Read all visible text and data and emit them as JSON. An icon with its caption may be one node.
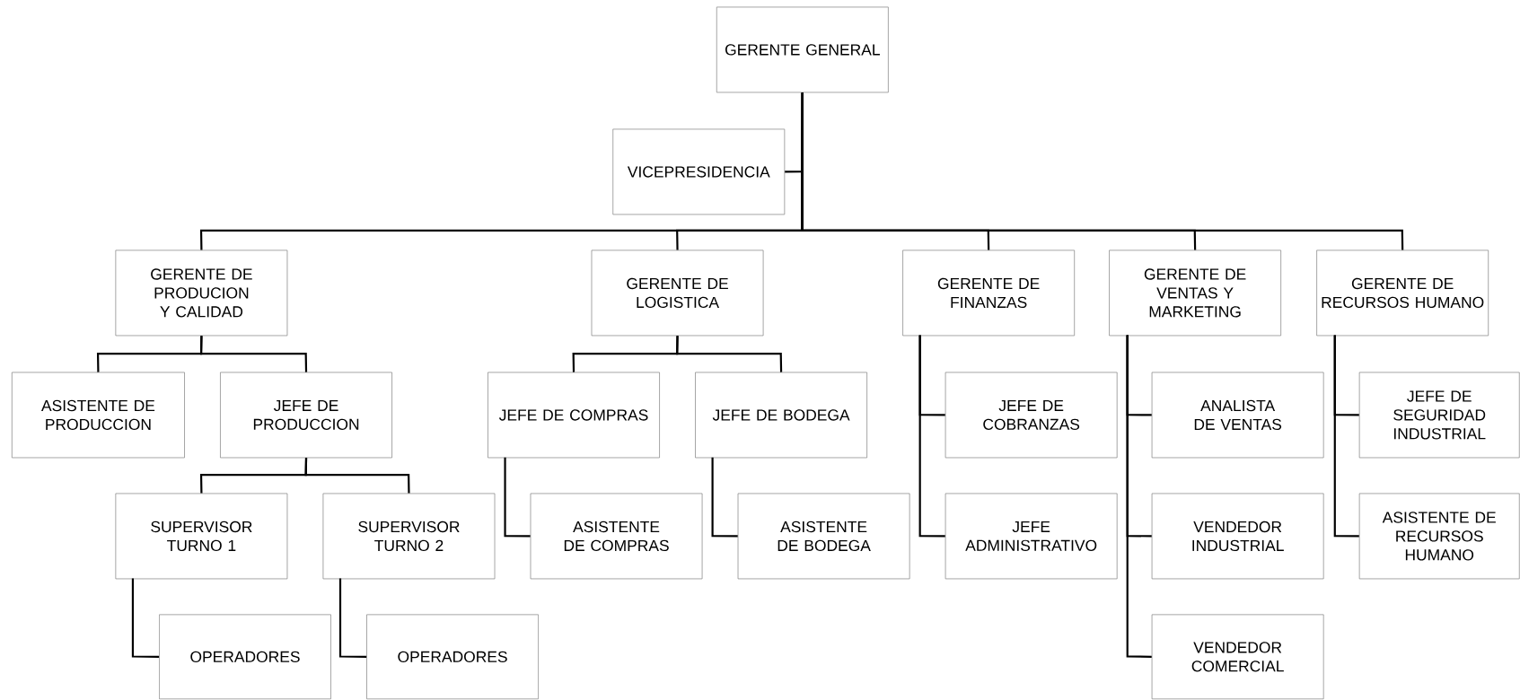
{
  "diagram": {
    "nodes": [
      {
        "text": [
          "GERENTE GENERAL"
        ]
      },
      {
        "text": [
          "VICEPRESIDENCIA"
        ]
      },
      {
        "text": [
          "GERENTE DE PRODUCION Y CALIDAD"
        ]
      },
      {
        "text": [
          "GERENTE DE LOGISTICA"
        ]
      },
      {
        "text": [
          "GERENTE DE FINANZAS"
        ]
      },
      {
        "text": [
          "GERENTE DE VENTAS Y MARKETING"
        ]
      },
      {
        "text": [
          "GERENTE DE RECURSOS HUMANO"
        ]
      },
      {
        "text": [
          "ASISTENTE DE PRODUCCION"
        ]
      },
      {
        "text": [
          "JEFE DE PRODUCCION"
        ]
      },
      {
        "text": [
          "SUPERVISOR TURNO 1"
        ]
      },
      {
        "text": [
          "SUPERVISOR TURNO 2"
        ]
      },
      {
        "text": [
          "OPERADORES"
        ]
      },
      {
        "text": [
          "OPERADORES"
        ]
      },
      {
        "text": [
          "JEFE DE COMPRAS"
        ]
      },
      {
        "text": [
          "JEFE DE BODEGA"
        ]
      },
      {
        "text": [
          "ASISTENTE DE COMPRAS"
        ]
      },
      {
        "text": [
          "ASISTENTE DE BODEGA"
        ]
      },
      {
        "text": [
          "JEFE DE COBRANZAS"
        ]
      },
      {
        "text": [
          "JEFE ADMINISTRATIVO"
        ]
      },
      {
        "text": [
          "ANALISTA DE VENTAS"
        ]
      },
      {
        "text": [
          "VENDEDOR INDUSTRIAL"
        ]
      },
      {
        "text": [
          "VENDEDOR COMERCIAL"
        ]
      },
      {
        "text": [
          "JEFE DE SEGURIDAD INDUSTRIAL"
        ]
      },
      {
        "text": [
          "ASISTENTE DE RECURSOS HUMANO"
        ]
      }
    ],
    "edges": [
      {
        "from": 0,
        "to": 1,
        "arrow": "none"
      },
      {
        "from": 0,
        "to": 2,
        "arrow": "none"
      },
      {
        "from": 0,
        "to": 3,
        "arrow": "none"
      },
      {
        "from": 0,
        "to": 4,
        "arrow": "none"
      },
      {
        "from": 0,
        "to": 5,
        "arrow": "none"
      },
      {
        "from": 0,
        "to": 6,
        "arrow": "none"
      },
      {
        "from": 2,
        "to": 7,
        "arrow": "none"
      },
      {
        "from": 2,
        "to": 8,
        "arrow": "none"
      },
      {
        "from": 8,
        "to": 9,
        "arrow": "none"
      },
      {
        "from": 8,
        "to": 10,
        "arrow": "none"
      },
      {
        "from": 9,
        "to": 11,
        "arrow": "none"
      },
      {
        "from": 10,
        "to": 12,
        "arrow": "none"
      },
      {
        "from": 3,
        "to": 13,
        "arrow": "none"
      },
      {
        "from": 3,
        "to": 14,
        "arrow": "none"
      },
      {
        "from": 13,
        "to": 15,
        "arrow": "none"
      },
      {
        "from": 14,
        "to": 16,
        "arrow": "none"
      },
      {
        "from": 4,
        "to": 17,
        "arrow": "none"
      },
      {
        "from": 4,
        "to": 18,
        "arrow": "none"
      },
      {
        "from": 5,
        "to": 19,
        "arrow": "none"
      },
      {
        "from": 5,
        "to": 20,
        "arrow": "none"
      },
      {
        "from": 5,
        "to": 21,
        "arrow": "none"
      },
      {
        "from": 6,
        "to": 22,
        "arrow": "none"
      },
      {
        "from": 6,
        "to": 23,
        "arrow": "none"
      }
    ]
  }
}
